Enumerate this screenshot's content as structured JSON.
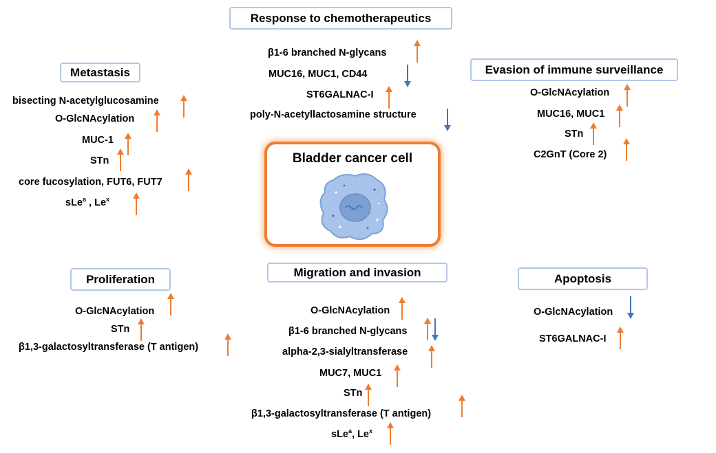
{
  "center": {
    "title": "Bladder cancer cell",
    "icon": "cancer-cell-icon"
  },
  "colors": {
    "up": "#ed7d31",
    "down": "#4472c4",
    "box_border": "#b4c7e7",
    "center_border": "#ed7d31"
  },
  "sections": {
    "chemo": {
      "title": "Response to chemotherapeutics",
      "items": [
        {
          "label": "β1-6 branched N-glycans",
          "dir": "up"
        },
        {
          "label": "MUC16, MUC1, CD44",
          "dir": "down"
        },
        {
          "label": "ST6GALNAC-I",
          "dir": "up"
        },
        {
          "label": "poly-N-acetyllactosamine structure",
          "dir": "down"
        }
      ]
    },
    "metastasis": {
      "title": "Metastasis",
      "items": [
        {
          "label": "bisecting N-acetylglucosamine",
          "dir": "up"
        },
        {
          "label": "O-GlcNAcylation",
          "dir": "up"
        },
        {
          "label": "MUC-1",
          "dir": "up"
        },
        {
          "label": "STn",
          "dir": "up"
        },
        {
          "label": "core fucosylation, FUT6, FUT7",
          "dir": "up"
        },
        {
          "label": "sLe",
          "sup1": "a",
          "mid": " , Le",
          "sup2": "x",
          "dir": "up"
        }
      ]
    },
    "immune": {
      "title": "Evasion of immune surveillance",
      "items": [
        {
          "label": "O-GlcNAcylation",
          "dir": "up"
        },
        {
          "label": "MUC16, MUC1",
          "dir": "up"
        },
        {
          "label": "STn",
          "dir": "up"
        },
        {
          "label": "C2GnT (Core 2)",
          "dir": "up"
        }
      ]
    },
    "proliferation": {
      "title": "Proliferation",
      "items": [
        {
          "label": "O-GlcNAcylation",
          "dir": "up"
        },
        {
          "label": "STn",
          "dir": "up"
        },
        {
          "label": "β1,3-galactosyltransferase (T antigen)",
          "dir": "up"
        }
      ]
    },
    "migration": {
      "title": "Migration and invasion",
      "items": [
        {
          "label": "O-GlcNAcylation",
          "dir": "up"
        },
        {
          "label": "β1-6 branched N-glycans",
          "dir": "up",
          "dir2": "down"
        },
        {
          "label": "alpha-2,3-sialyltransferase",
          "dir": "up"
        },
        {
          "label": "MUC7, MUC1",
          "dir": "up"
        },
        {
          "label": "STn",
          "dir": "up"
        },
        {
          "label": "β1,3-galactosyltransferase (T antigen)",
          "dir": "up"
        },
        {
          "label": "sLe",
          "sup1": "a",
          "mid": ", Le",
          "sup2": "x",
          "dir": "up"
        }
      ]
    },
    "apoptosis": {
      "title": "Apoptosis",
      "items": [
        {
          "label": "O-GlcNAcylation",
          "dir": "down"
        },
        {
          "label": "ST6GALNAC-I",
          "dir": "up"
        }
      ]
    }
  }
}
